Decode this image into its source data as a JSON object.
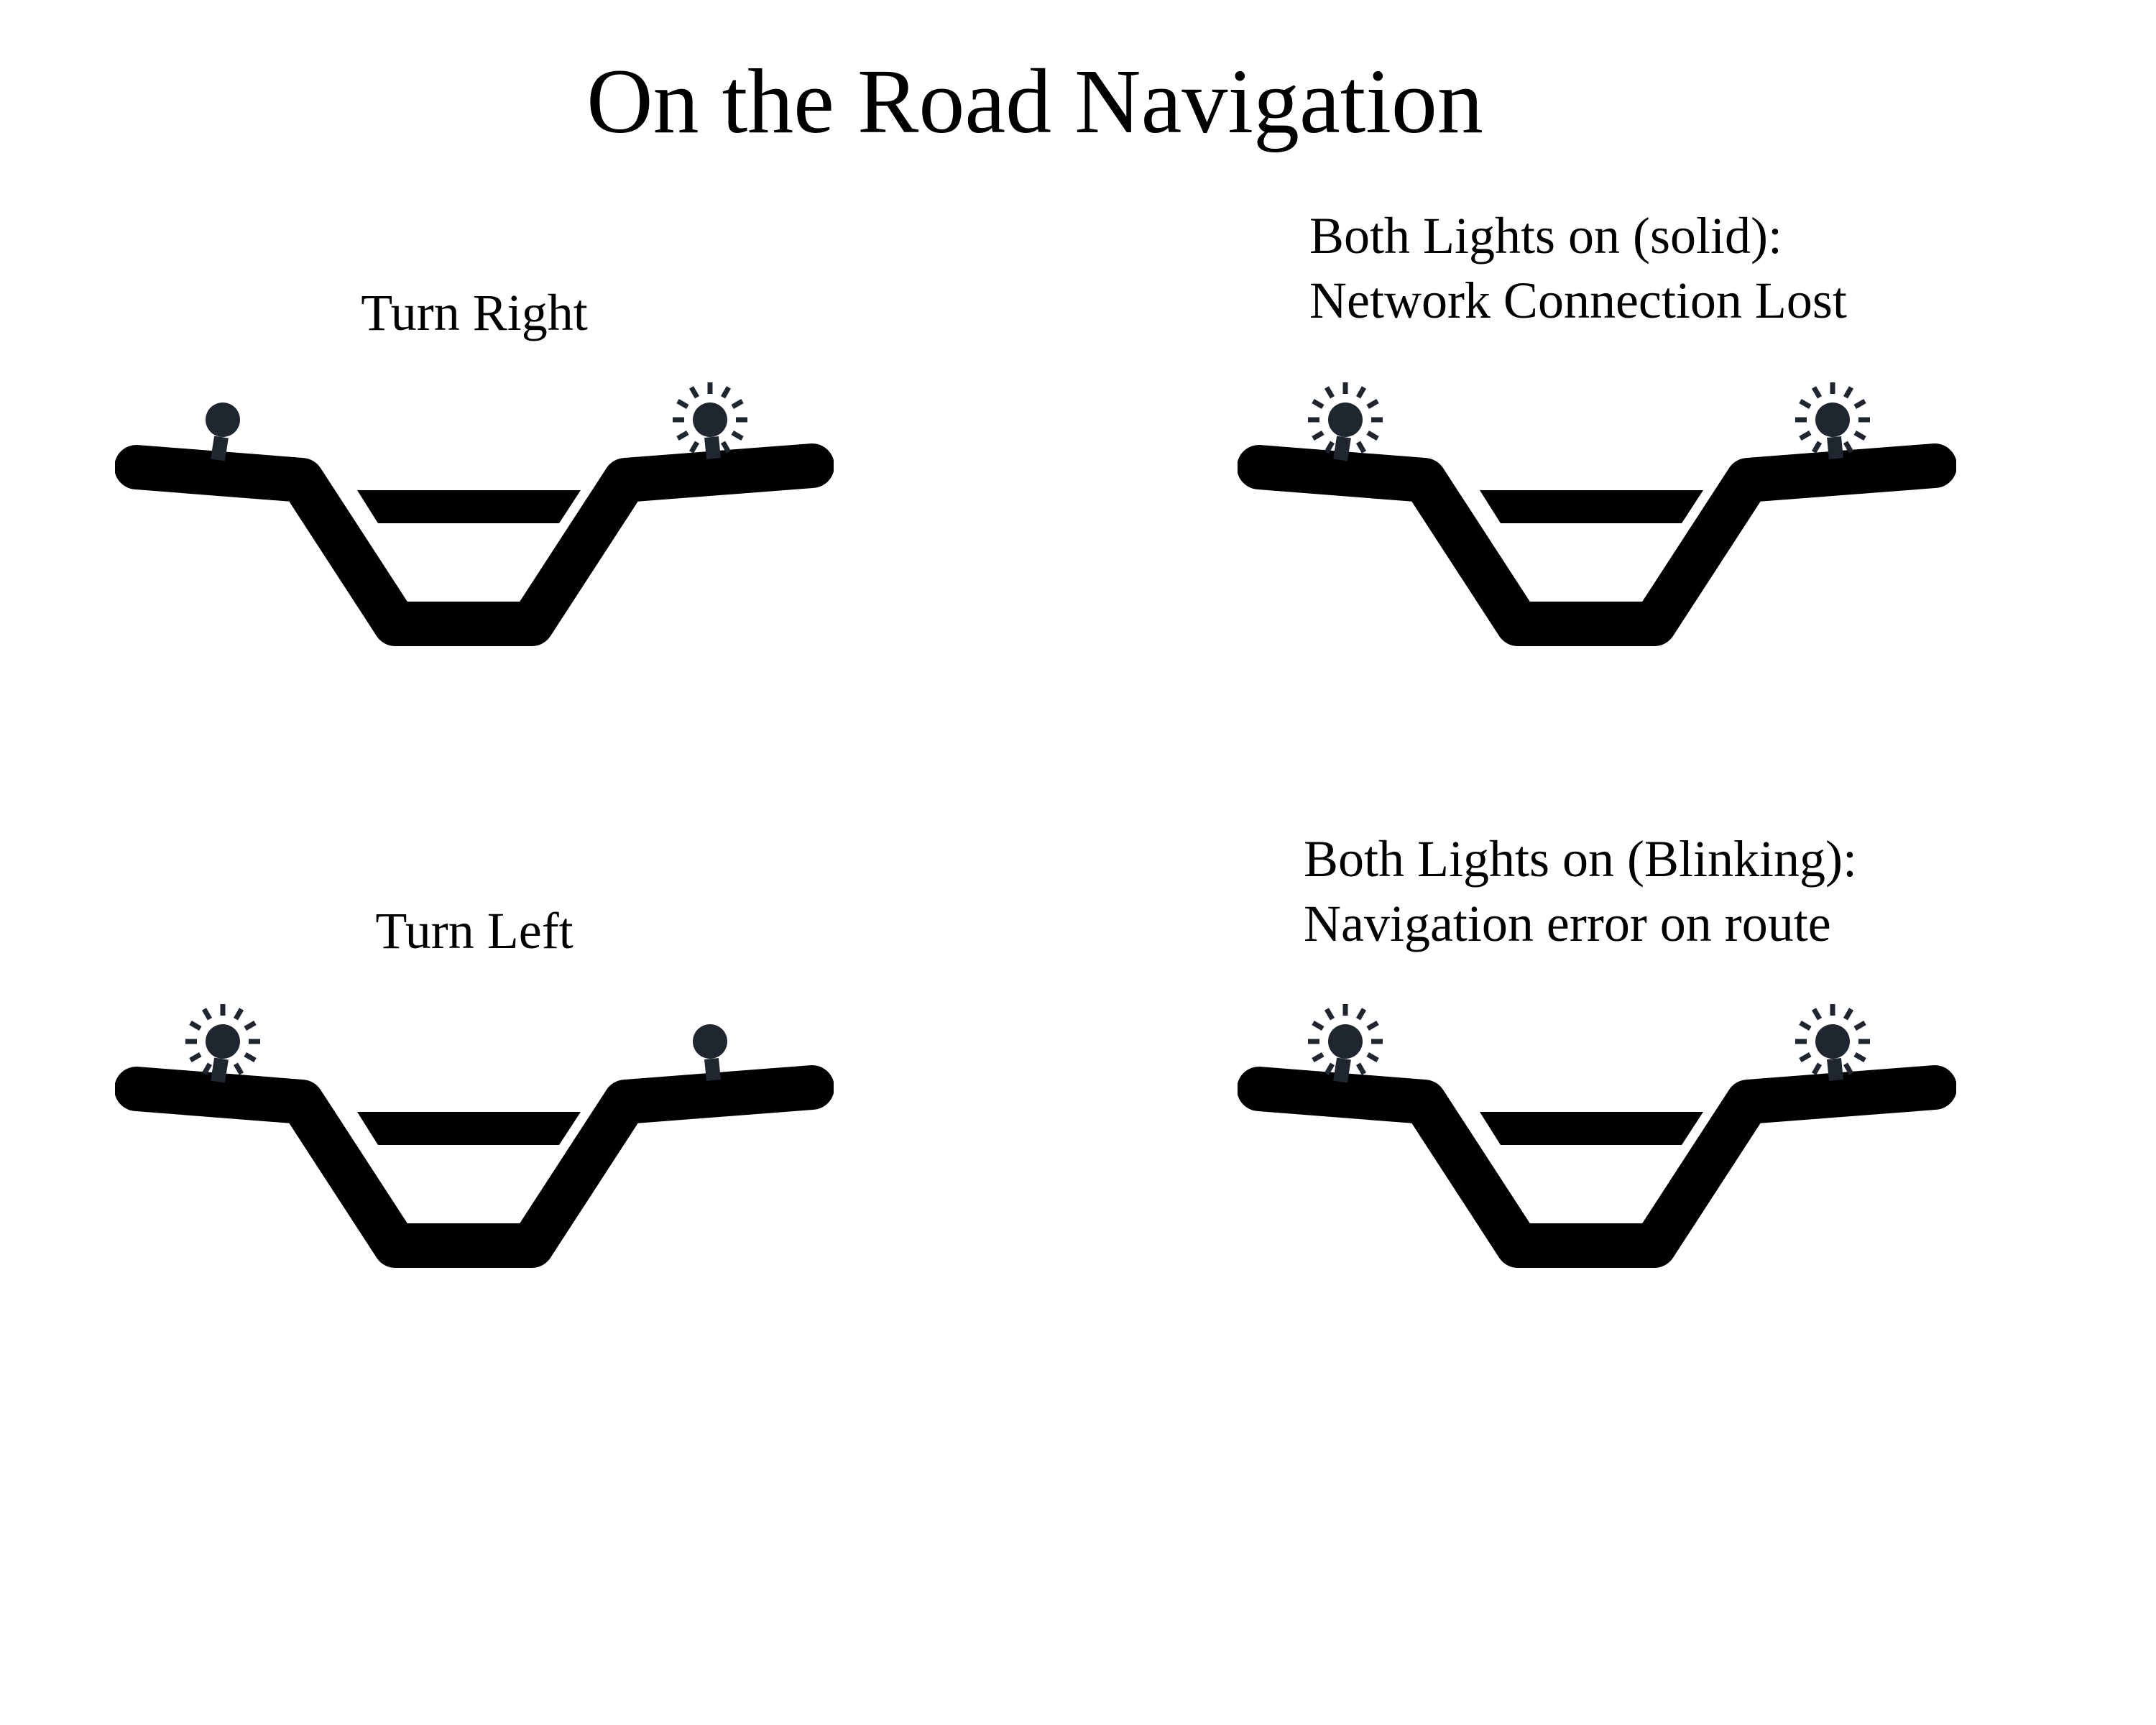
{
  "title": "On the Road Navigation",
  "colors": {
    "handlebar": "#000000",
    "light": "#1f2630",
    "rays": "#1f2630"
  },
  "panels": [
    {
      "id": "turn-right",
      "caption_lines": [
        "Turn Right"
      ],
      "left_light": "off",
      "right_light": "on"
    },
    {
      "id": "both-solid",
      "caption_lines": [
        "Both Lights on (solid):",
        "Network Connection Lost"
      ],
      "left_light": "on",
      "right_light": "on"
    },
    {
      "id": "turn-left",
      "caption_lines": [
        "Turn Left"
      ],
      "left_light": "on",
      "right_light": "off"
    },
    {
      "id": "both-blinking",
      "caption_lines": [
        "Both Lights on (Blinking):",
        "Navigation error on route"
      ],
      "left_light": "on",
      "right_light": "on"
    }
  ]
}
